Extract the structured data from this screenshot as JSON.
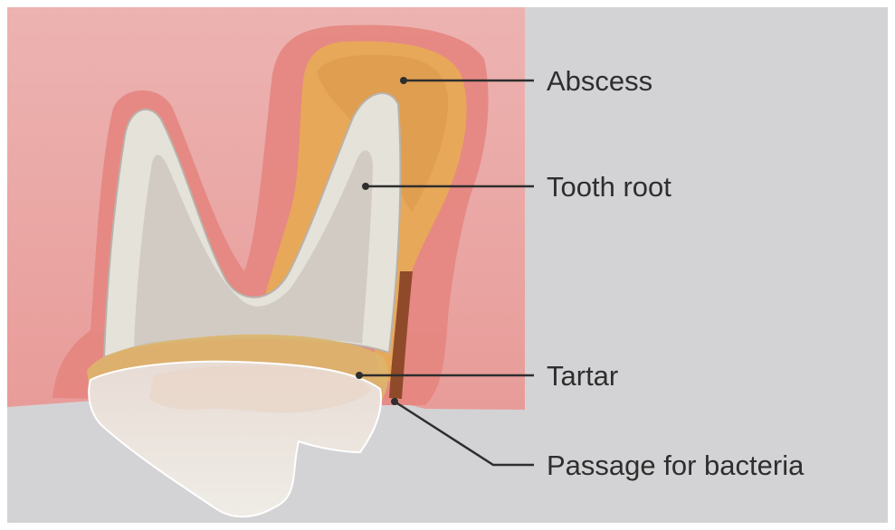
{
  "colors": {
    "background_grey": "#d3d3d5",
    "gum": "#e9a4a2",
    "gum_inflamed": "#e27f7c",
    "abscess": "#e9a657",
    "tooth": "#d9d3cc",
    "tartar": "#dbb46a",
    "passage": "#8f4a2a",
    "leader_line": "#2e2e2e"
  },
  "labels": {
    "abscess": "Abscess",
    "tooth_root": "Tooth root",
    "tartar": "Tartar",
    "passage": "Passage for bacteria"
  }
}
